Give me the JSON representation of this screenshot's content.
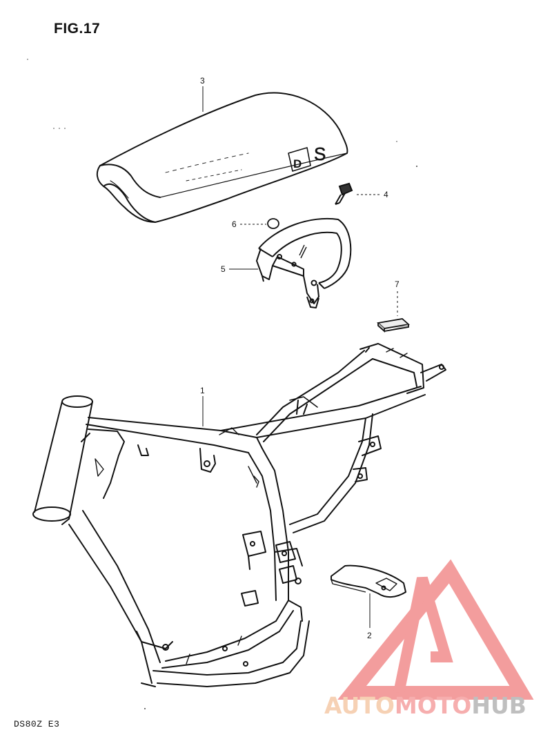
{
  "figure": {
    "title": "FIG.17",
    "model_code": "DS80Z E3"
  },
  "callouts": [
    {
      "id": "1"
    },
    {
      "id": "2"
    },
    {
      "id": "3"
    },
    {
      "id": "4"
    },
    {
      "id": "5"
    },
    {
      "id": "6"
    },
    {
      "id": "7"
    }
  ],
  "seat_logo": {
    "letter_d": "D",
    "letter_s": "S"
  },
  "watermark": {
    "part1": "AUTO",
    "part2": "MOTO",
    "part3": "HUB",
    "color_part1": "#f5c9a8",
    "color_part2": "#f5a0a0",
    "color_part3": "#b5b5b5",
    "triangle_color": "#f28c8c"
  }
}
